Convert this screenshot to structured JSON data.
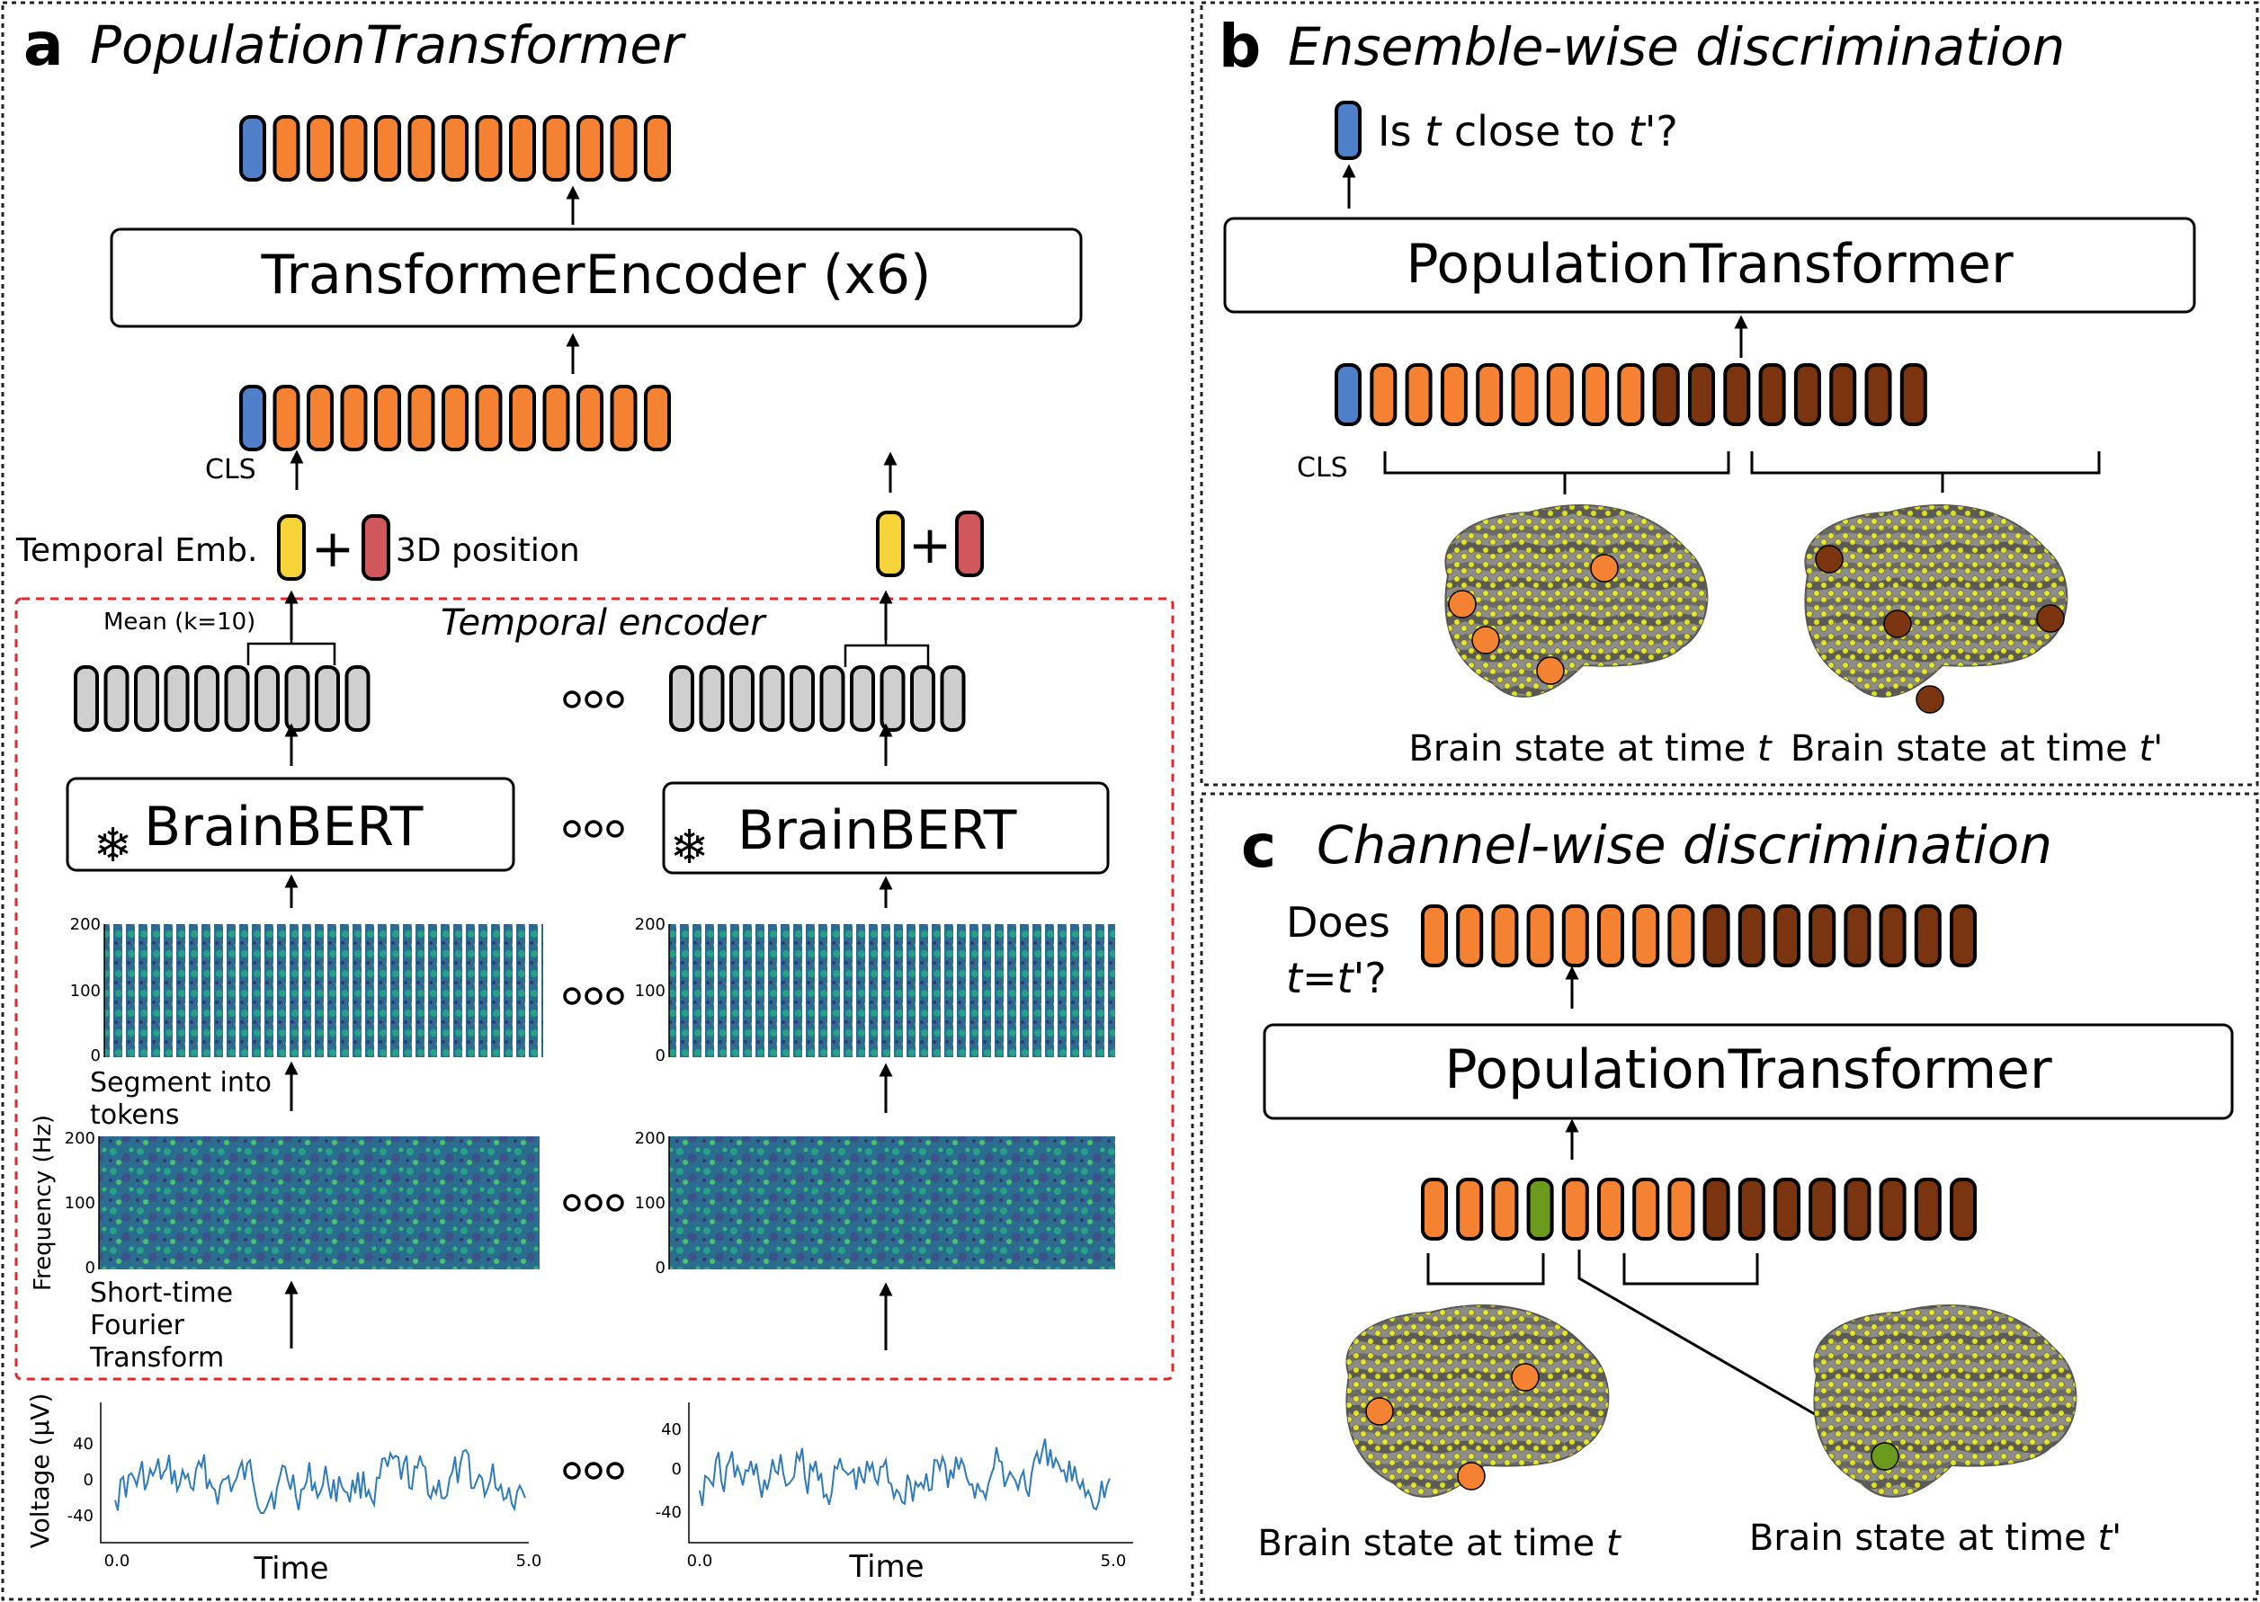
{
  "panel_a": {
    "letter": "a",
    "title": "PopulationTransformer",
    "encoder_label": "TransformerEncoder (x6)",
    "cls_label": "CLS",
    "temporal_emb_label": "Temporal Emb.",
    "position_label": "3D position",
    "plus_sign": "+",
    "temporal_encoder_label": "Temporal encoder",
    "mean_label": "Mean (k=10)",
    "brainbert_label": "BrainBERT",
    "frozen_icon": "snowflake-icon",
    "segment_label_line1": "Segment into",
    "segment_label_line2": "tokens",
    "stft_label_line1": "Short-time",
    "stft_label_line2": "Fourier",
    "stft_label_line3": "Transform",
    "freq_axis_label": "Frequency (Hz)",
    "freq_ticks": [
      "200",
      "100",
      "0"
    ],
    "voltage_axis_label": "Voltage (µV)",
    "voltage_ticks_left": [
      "40",
      "0",
      "-40"
    ],
    "voltage_ticks_right": [
      "40",
      "0",
      "-40"
    ],
    "time_axis_label": "Time",
    "time_ticks": [
      "0.0",
      "5.0"
    ]
  },
  "panel_b": {
    "letter": "b",
    "title": "Ensemble-wise discrimination",
    "question_prefix": "Is ",
    "question_t": "t",
    "question_mid": " close to ",
    "question_t2": "t",
    "question_suffix": "'?",
    "model_label": "PopulationTransformer",
    "cls_label": "CLS",
    "brain_label_1_prefix": "Brain state at time ",
    "brain_label_1_var": "t",
    "brain_label_2_prefix": "Brain state at time ",
    "brain_label_2_var": "t",
    "brain_label_2_suffix": "'"
  },
  "panel_c": {
    "letter": "c",
    "title": "Channel-wise discrimination",
    "question_line1": "Does",
    "question_line2_t": "t",
    "question_line2_mid": "=",
    "question_line2_t2": "t",
    "question_line2_suffix": "'?",
    "model_label": "PopulationTransformer",
    "brain_label_1_prefix": "Brain state at time ",
    "brain_label_1_var": "t",
    "brain_label_2_prefix": "Brain state at time ",
    "brain_label_2_var": "t",
    "brain_label_2_suffix": "'"
  },
  "colors": {
    "cls_token": "#4f7fc9",
    "orange_token": "#f58232",
    "dark_token": "#7a3510",
    "green_token": "#6b9a1e",
    "gray_token": "#cfcfcf",
    "temporal_emb": "#f7d33a",
    "position_emb": "#d0585c",
    "electrode": "#f5f52a",
    "dashed_red": "#e3262a",
    "signal": "#2f7ab8"
  }
}
